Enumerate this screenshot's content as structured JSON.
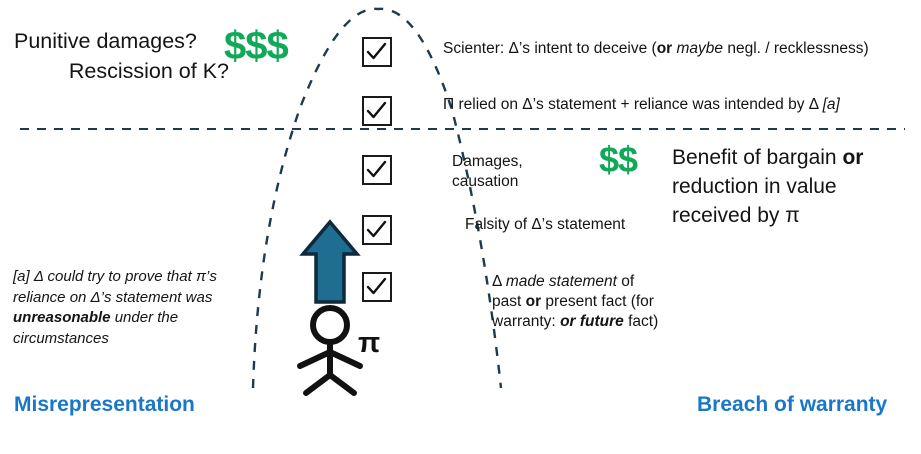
{
  "heading": {
    "line_1": "Punitive damages?",
    "line_2": "Rescission of K?"
  },
  "money": {
    "triple": "$$$",
    "double": "$$"
  },
  "elements": [
    {
      "id": "scienter",
      "checked": true,
      "text": "Scienter: Δ’s intent to deceive (or maybe negl. / recklessness)"
    },
    {
      "id": "reliance",
      "checked": true,
      "text": "Π relied on Δ’s statement + reliance was intended by Δ [a]"
    },
    {
      "id": "damages-causation",
      "checked": true,
      "text": "Damages, causation"
    },
    {
      "id": "falsity",
      "checked": true,
      "text": "Falsity of Δ’s statement"
    },
    {
      "id": "statement",
      "checked": true,
      "text": "Δ made statement of past or present fact (for warranty: or future fact)"
    }
  ],
  "benefit": {
    "text": "Benefit of bargain or reduction in value received by π"
  },
  "footnote": {
    "text": "[a] Δ could try to prove that π’s reliance on Δ’s statement was unreasonable under the circumstances"
  },
  "plaintiff": {
    "symbol": "π"
  },
  "causes": {
    "left": "Misrepresentation",
    "right": "Breach of warranty"
  },
  "colors": {
    "money_green": "#0FA958",
    "cause_blue": "#1877C9",
    "arrow_fill": "#1F6E91",
    "arrow_stroke": "#0E2A3B",
    "dash_navy": "#1F3A4D",
    "ink": "#141414"
  }
}
